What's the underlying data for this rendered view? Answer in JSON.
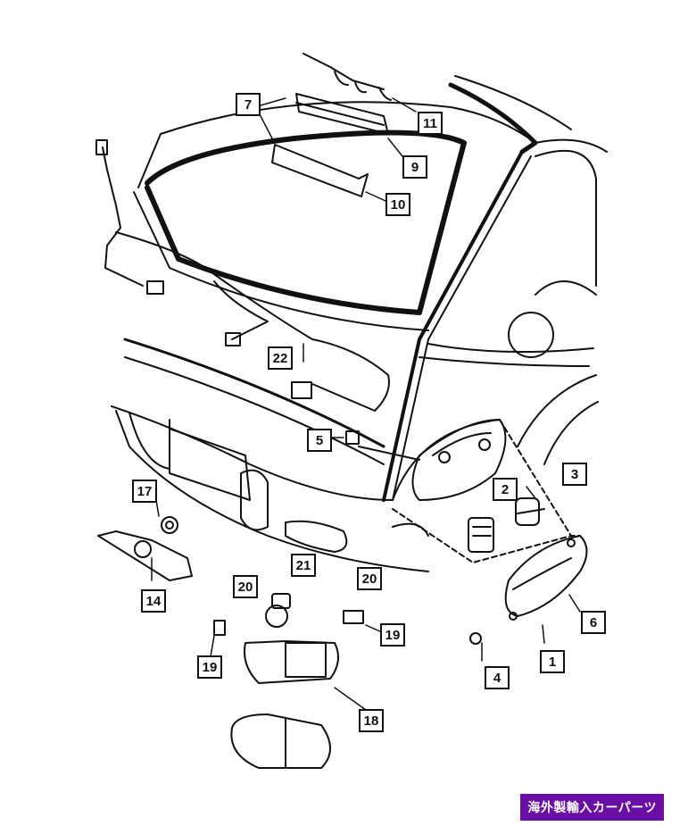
{
  "callouts": {
    "c1": "1",
    "c2": "2",
    "c3": "3",
    "c4": "4",
    "c5": "5",
    "c6": "6",
    "c7": "7",
    "c9": "9",
    "c10": "10",
    "c11": "11",
    "c14": "14",
    "c17": "17",
    "c18": "18",
    "c19a": "19",
    "c19b": "19",
    "c20a": "20",
    "c20b": "20",
    "c21": "21",
    "c22": "22"
  },
  "badge": {
    "text": "海外製輸入カーパーツ",
    "color": "#6a0fa6"
  }
}
